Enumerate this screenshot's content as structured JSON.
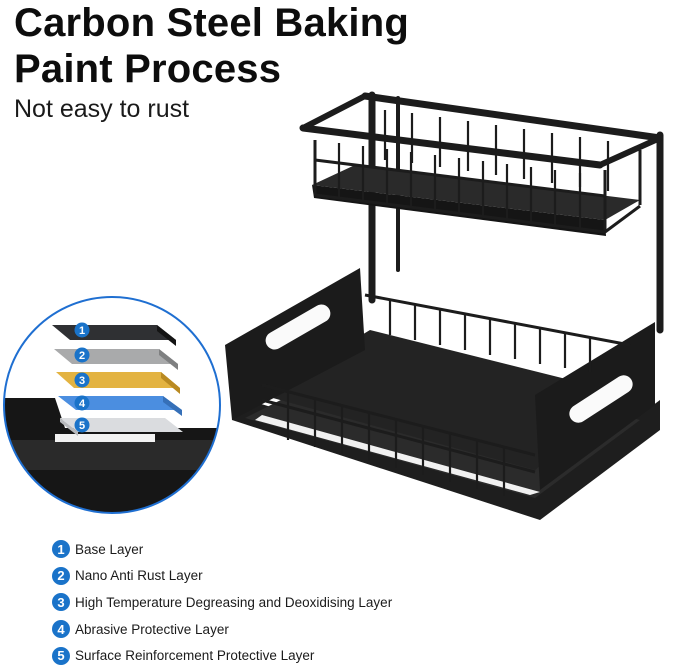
{
  "heading": {
    "title": "Carbon Steel Baking Paint Process",
    "subtitle": "Not easy to rust"
  },
  "colors": {
    "accent_blue": "#1a73c9",
    "frame_black": "#1c1c1c",
    "layer_gray": "#a9aaab",
    "layer_gold": "#e3b341",
    "layer_blue": "#4b8ee0",
    "layer_silver": "#dadcdf"
  },
  "layers": [
    {
      "num": "1",
      "label": "Base Layer"
    },
    {
      "num": "2",
      "label": "Nano Anti Rust Layer"
    },
    {
      "num": "3",
      "label": "High Temperature Degreasing and Deoxidising Layer"
    },
    {
      "num": "4",
      "label": "Abrasive Protective Layer"
    },
    {
      "num": "5",
      "label": "Surface Reinforcement Protective Layer"
    }
  ]
}
